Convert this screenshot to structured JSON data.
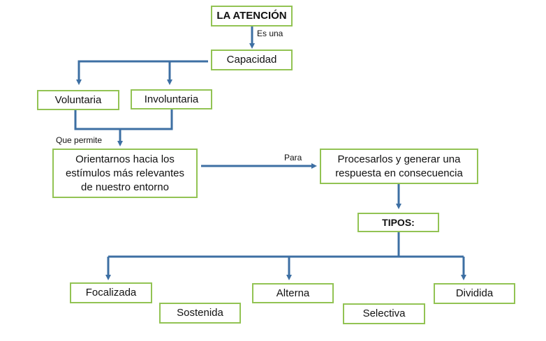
{
  "colors": {
    "connector": "#3d6fa3",
    "border": "#92c353"
  },
  "nodes": {
    "root": "LA ATENCIÓN",
    "capacidad": "Capacidad",
    "voluntaria": "Voluntaria",
    "involuntaria": "Involuntaria",
    "orientarnos_l1": "Orientarnos hacia los",
    "orientarnos_l2": "estímulos más relevantes",
    "orientarnos_l3": "de nuestro entorno",
    "procesarlos_l1": "Procesarlos y generar una",
    "procesarlos_l2": "respuesta en consecuencia",
    "tipos": "TIPOS:",
    "focalizada": "Focalizada",
    "sostenida": "Sostenida",
    "alterna": "Alterna",
    "selectiva": "Selectiva",
    "dividida": "Dividida"
  },
  "edge_labels": {
    "es_una": "Es una",
    "que_permite": "Que permite",
    "para": "Para"
  }
}
